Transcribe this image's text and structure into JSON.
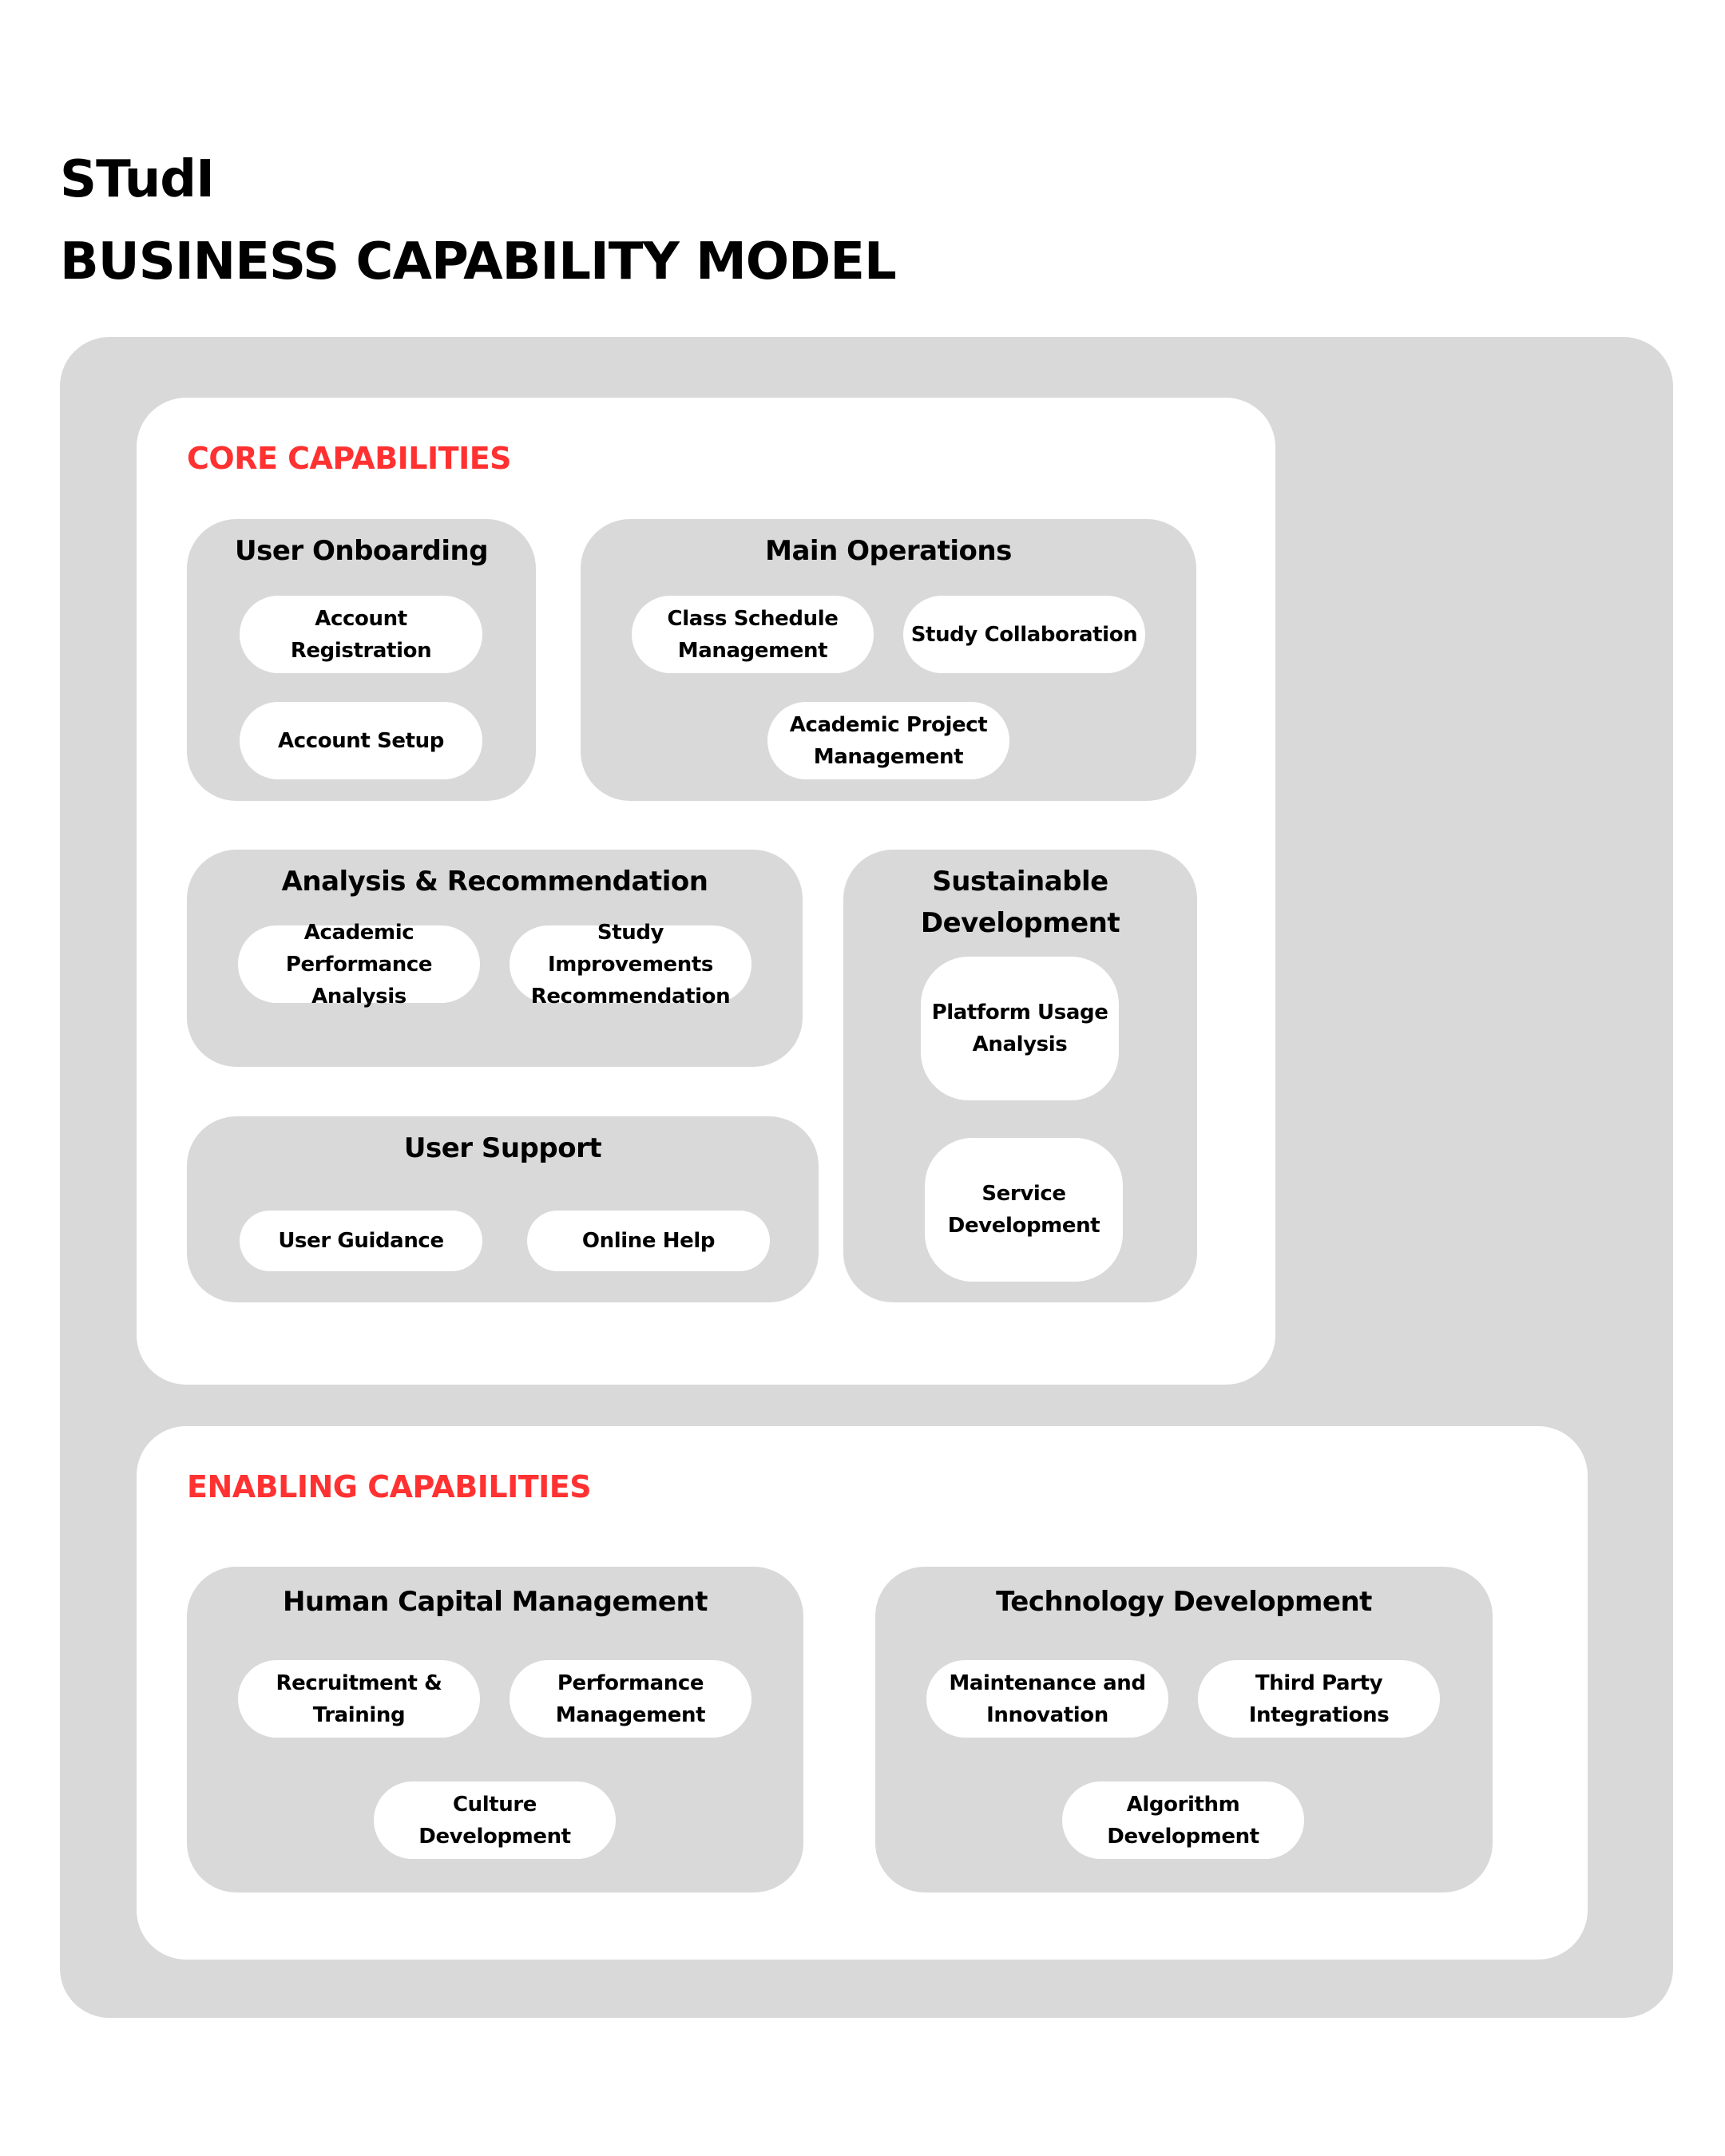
{
  "title": {
    "line1": "STudI",
    "line2": "BUSINESS CAPABILITY MODEL"
  },
  "colors": {
    "accent": "#ff3131",
    "panel": "#d9d9d9",
    "card": "#ffffff"
  },
  "core": {
    "title": "CORE CAPABILITIES",
    "user_onboarding": {
      "title": "User Onboarding",
      "items": [
        "Account Registration",
        "Account Setup"
      ]
    },
    "main_operations": {
      "title": "Main Operations",
      "items": [
        "Class Schedule Management",
        "Study Collaboration",
        "Academic Project Management"
      ]
    },
    "analysis": {
      "title": "Analysis & Recommendation",
      "items": [
        "Academic Performance Analysis",
        "Study Improvements Recommendation"
      ]
    },
    "sustainable": {
      "title": "Sustainable Development",
      "items": [
        "Platform Usage Analysis",
        "Service Development"
      ]
    },
    "user_support": {
      "title": "User Support",
      "items": [
        "User Guidance",
        "Online Help"
      ]
    }
  },
  "enabling": {
    "title": "ENABLING CAPABILITIES",
    "human_capital": {
      "title": "Human Capital Management",
      "items": [
        "Recruitment & Training",
        "Performance Management",
        "Culture Development"
      ]
    },
    "technology": {
      "title": "Technology Development",
      "items": [
        "Maintenance and Innovation",
        "Third Party Integrations",
        "Algorithm Development"
      ]
    }
  }
}
